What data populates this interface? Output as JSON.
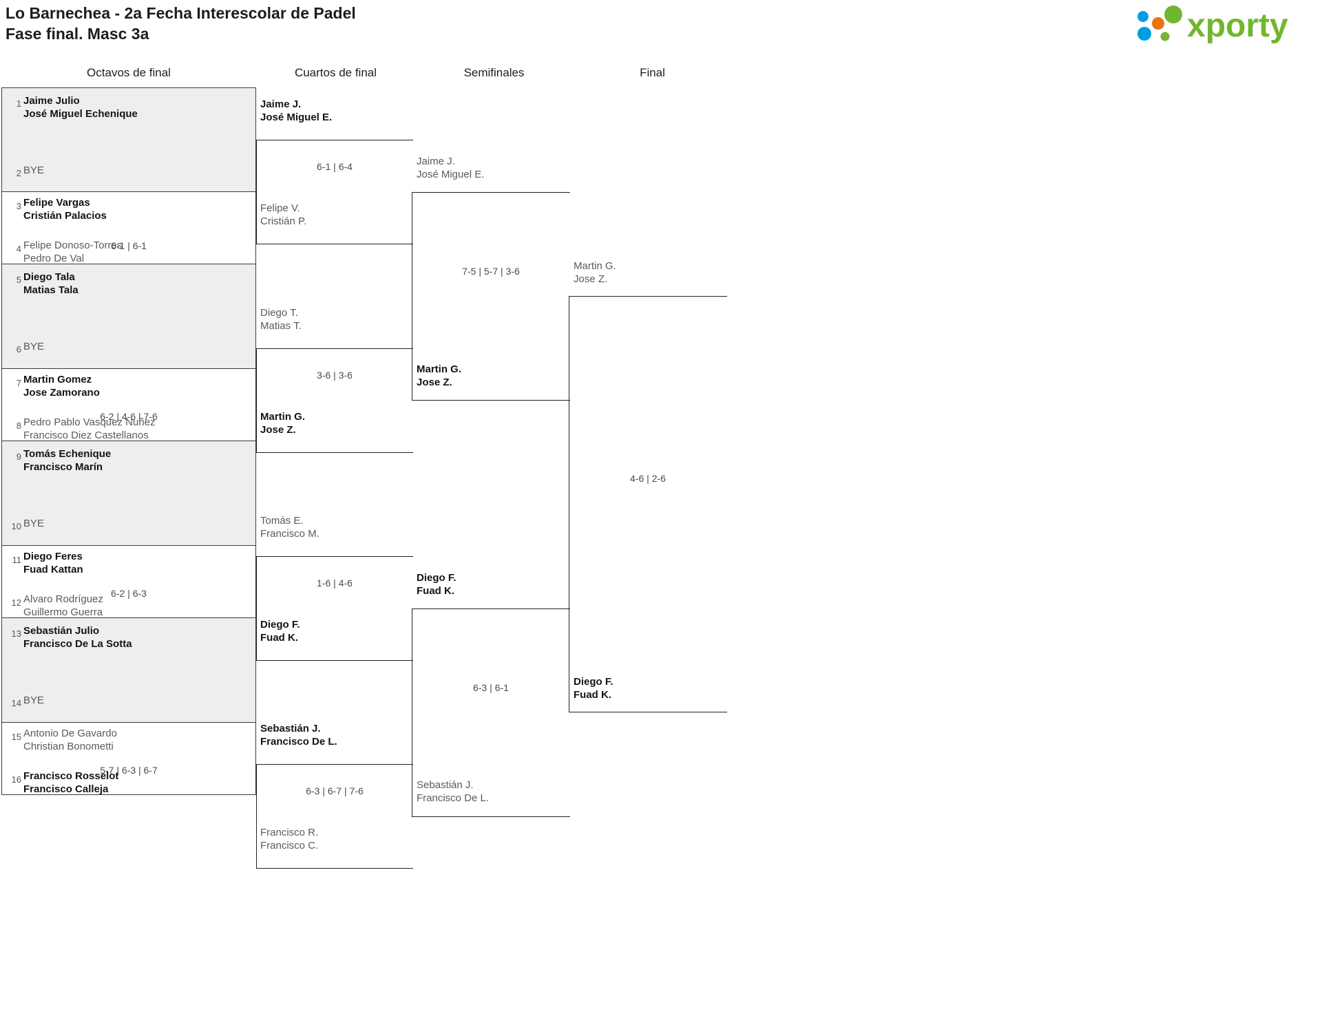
{
  "header": {
    "title_line1": "Lo Barnechea - 2a Fecha Interescolar de Padel",
    "title_line2": "Fase final. Masc 3a",
    "logo_text": "xporty",
    "logo_colors": {
      "green": "#72b62e",
      "blue": "#009ee0",
      "orange": "#e8740c"
    }
  },
  "rounds": [
    {
      "label": "Octavos de final"
    },
    {
      "label": "Cuartos de final"
    },
    {
      "label": "Semifinales"
    },
    {
      "label": "Final"
    }
  ],
  "bracket": {
    "round1": [
      {
        "seed_top": "1",
        "top_line1": "Jaime Julio",
        "top_line2": "José Miguel Echenique",
        "top_result": "win",
        "seed_bottom": "2",
        "bottom_line1": "BYE",
        "bottom_line2": "",
        "bottom_result": "bye",
        "score": "",
        "shaded": true
      },
      {
        "seed_top": "3",
        "top_line1": "Felipe Vargas",
        "top_line2": "Cristián Palacios",
        "top_result": "win",
        "seed_bottom": "4",
        "bottom_line1": "Felipe Donoso-Torres",
        "bottom_line2": "Pedro De Val",
        "bottom_result": "lose",
        "score": "6-1 | 6-1",
        "shaded": false
      },
      {
        "seed_top": "5",
        "top_line1": "Diego Tala",
        "top_line2": "Matias Tala",
        "top_result": "win",
        "seed_bottom": "6",
        "bottom_line1": "BYE",
        "bottom_line2": "",
        "bottom_result": "bye",
        "score": "",
        "shaded": true
      },
      {
        "seed_top": "7",
        "top_line1": "Martin Gomez",
        "top_line2": "Jose Zamorano",
        "top_result": "win",
        "seed_bottom": "8",
        "bottom_line1": "Pedro Pablo Vasquez Nuñez",
        "bottom_line2": "Francisco Diez Castellanos",
        "bottom_result": "lose",
        "score": "6-2 | 4-6 | 7-6",
        "shaded": false
      },
      {
        "seed_top": "9",
        "top_line1": "Tomás Echenique",
        "top_line2": "Francisco Marín",
        "top_result": "win",
        "seed_bottom": "10",
        "bottom_line1": "BYE",
        "bottom_line2": "",
        "bottom_result": "bye",
        "score": "",
        "shaded": true
      },
      {
        "seed_top": "11",
        "top_line1": "Diego Feres",
        "top_line2": "Fuad Kattan",
        "top_result": "win",
        "seed_bottom": "12",
        "bottom_line1": "Alvaro Rodríguez",
        "bottom_line2": "Guillermo Guerra",
        "bottom_result": "lose",
        "score": "6-2 | 6-3",
        "shaded": false
      },
      {
        "seed_top": "13",
        "top_line1": "Sebastián Julio",
        "top_line2": "Francisco De La Sotta",
        "top_result": "win",
        "seed_bottom": "14",
        "bottom_line1": "BYE",
        "bottom_line2": "",
        "bottom_result": "bye",
        "score": "",
        "shaded": true
      },
      {
        "seed_top": "15",
        "top_line1": "Antonio De Gavardo",
        "top_line2": "Christian Bonometti",
        "top_result": "lose",
        "seed_bottom": "16",
        "bottom_line1": "Francisco Rosselot",
        "bottom_line2": "Francisco Calleja",
        "bottom_result": "win",
        "score": "5-7 | 6-3 | 6-7",
        "shaded": false
      }
    ],
    "round2": [
      {
        "top_line1": "Jaime J.",
        "top_line2": "José Miguel E.",
        "top_result": "win",
        "bottom_line1": "Felipe V.",
        "bottom_line2": "Cristián P.",
        "bottom_result": "lose",
        "score": "6-1 | 6-4"
      },
      {
        "top_line1": "Diego T.",
        "top_line2": "Matias T.",
        "top_result": "lose",
        "bottom_line1": "Martin G.",
        "bottom_line2": "Jose Z.",
        "bottom_result": "win",
        "score": "3-6 | 3-6"
      },
      {
        "top_line1": "Tomás E.",
        "top_line2": "Francisco M.",
        "top_result": "lose",
        "bottom_line1": "Diego F.",
        "bottom_line2": "Fuad K.",
        "bottom_result": "win",
        "score": "1-6 | 4-6"
      },
      {
        "top_line1": "Sebastián J.",
        "top_line2": "Francisco De L.",
        "top_result": "win",
        "bottom_line1": "Francisco R.",
        "bottom_line2": "Francisco C.",
        "bottom_result": "lose",
        "score": "6-3 | 6-7 | 7-6"
      }
    ],
    "round3": [
      {
        "top_line1": "Jaime J.",
        "top_line2": "José Miguel E.",
        "top_result": "lose",
        "bottom_line1": "Martin G.",
        "bottom_line2": "Jose Z.",
        "bottom_result": "win",
        "score": "7-5 | 5-7 | 3-6"
      },
      {
        "top_line1": "Diego F.",
        "top_line2": "Fuad K.",
        "top_result": "win",
        "bottom_line1": "Sebastián J.",
        "bottom_line2": "Francisco De L.",
        "bottom_result": "lose",
        "score": "6-3 | 6-1"
      }
    ],
    "round4": [
      {
        "top_line1": "Martin G.",
        "top_line2": "Jose Z.",
        "top_result": "lose",
        "bottom_line1": "Diego F.",
        "bottom_line2": "Fuad K.",
        "bottom_result": "win",
        "score": "4-6 | 2-6"
      }
    ]
  }
}
